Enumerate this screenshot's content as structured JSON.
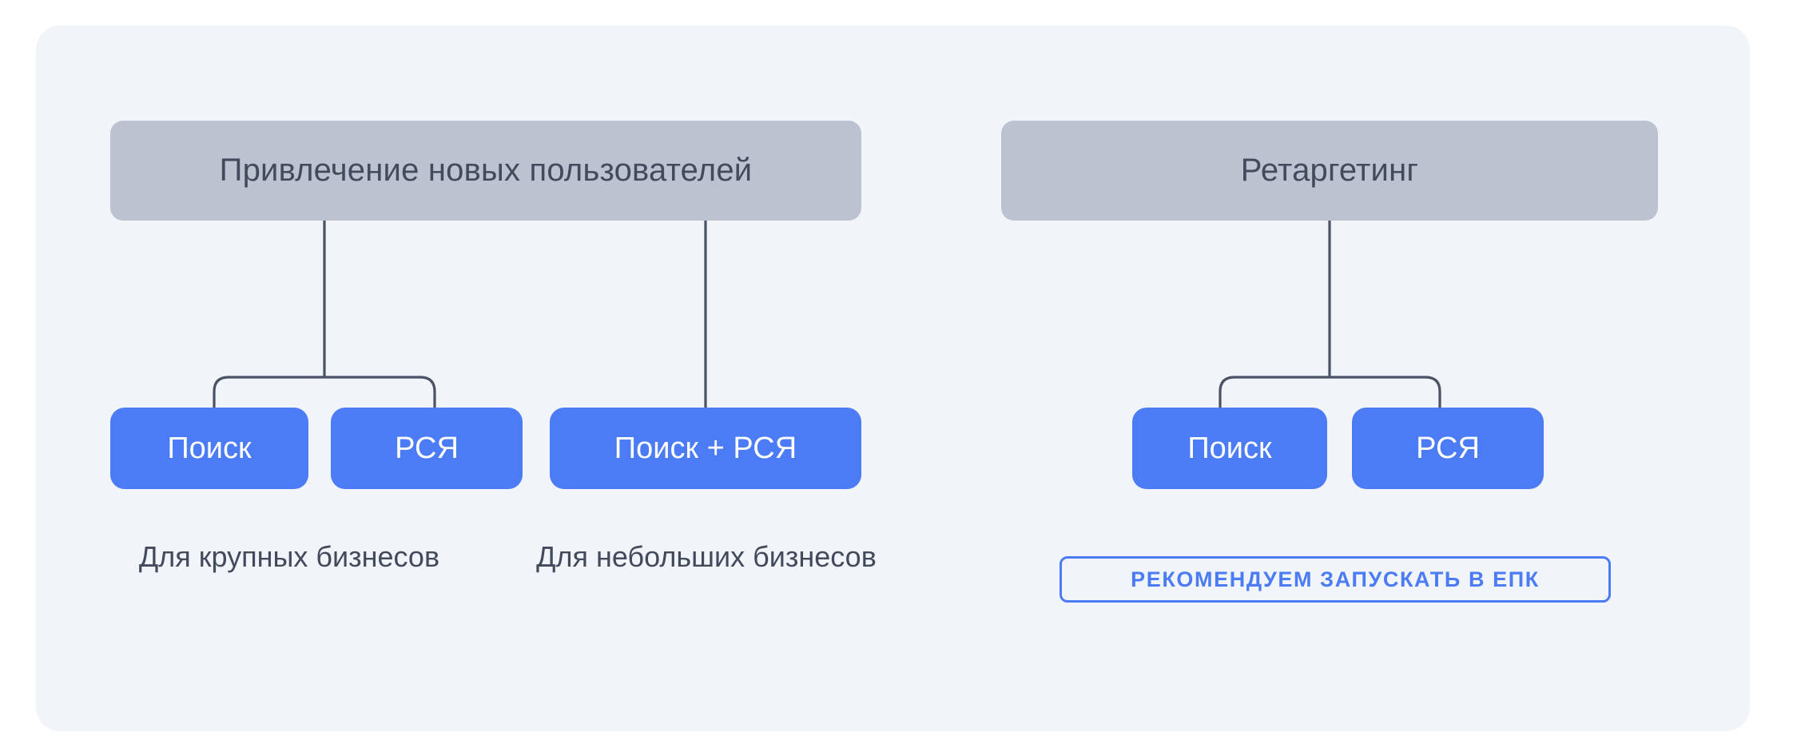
{
  "card": {
    "background_color": "#f1f4f9"
  },
  "colors": {
    "page_background": "#ffffff",
    "card_background": "#f1f4f9",
    "header_pill": "#bdc2d1",
    "header_text": "#434a5c",
    "button_blue": "#4b7bf5",
    "button_text": "#ffffff",
    "connector_line": "#4a5263",
    "caption_text": "#434a5c",
    "badge_border": "#4b7bf5",
    "badge_text": "#4b7bf5"
  },
  "groups": [
    {
      "id": "acquisition",
      "title": "Привлечение новых пользователей",
      "branches": [
        {
          "id": "large-business",
          "buttons": [
            {
              "id": "search-left",
              "label": "Поиск"
            },
            {
              "id": "rsya-left",
              "label": "РСЯ"
            }
          ],
          "caption": "Для крупных бизнесов"
        },
        {
          "id": "small-business",
          "buttons": [
            {
              "id": "search-plus-rsya",
              "label": "Поиск + РСЯ"
            }
          ],
          "caption": "Для небольших бизнесов"
        }
      ]
    },
    {
      "id": "retargeting",
      "title": "Ретаргетинг",
      "branches": [
        {
          "id": "retargeting-channels",
          "buttons": [
            {
              "id": "search-right",
              "label": "Поиск"
            },
            {
              "id": "rsya-right",
              "label": "РСЯ"
            }
          ],
          "badge": "РЕКОМЕНДУЕМ ЗАПУСКАТЬ В ЕПК"
        }
      ]
    }
  ],
  "captions": {
    "large_business": "Для крупных бизнесов",
    "small_business": "Для небольших бизнесов"
  },
  "badge": {
    "text": "РЕКОМЕНДУЕМ ЗАПУСКАТЬ В ЕПК"
  }
}
